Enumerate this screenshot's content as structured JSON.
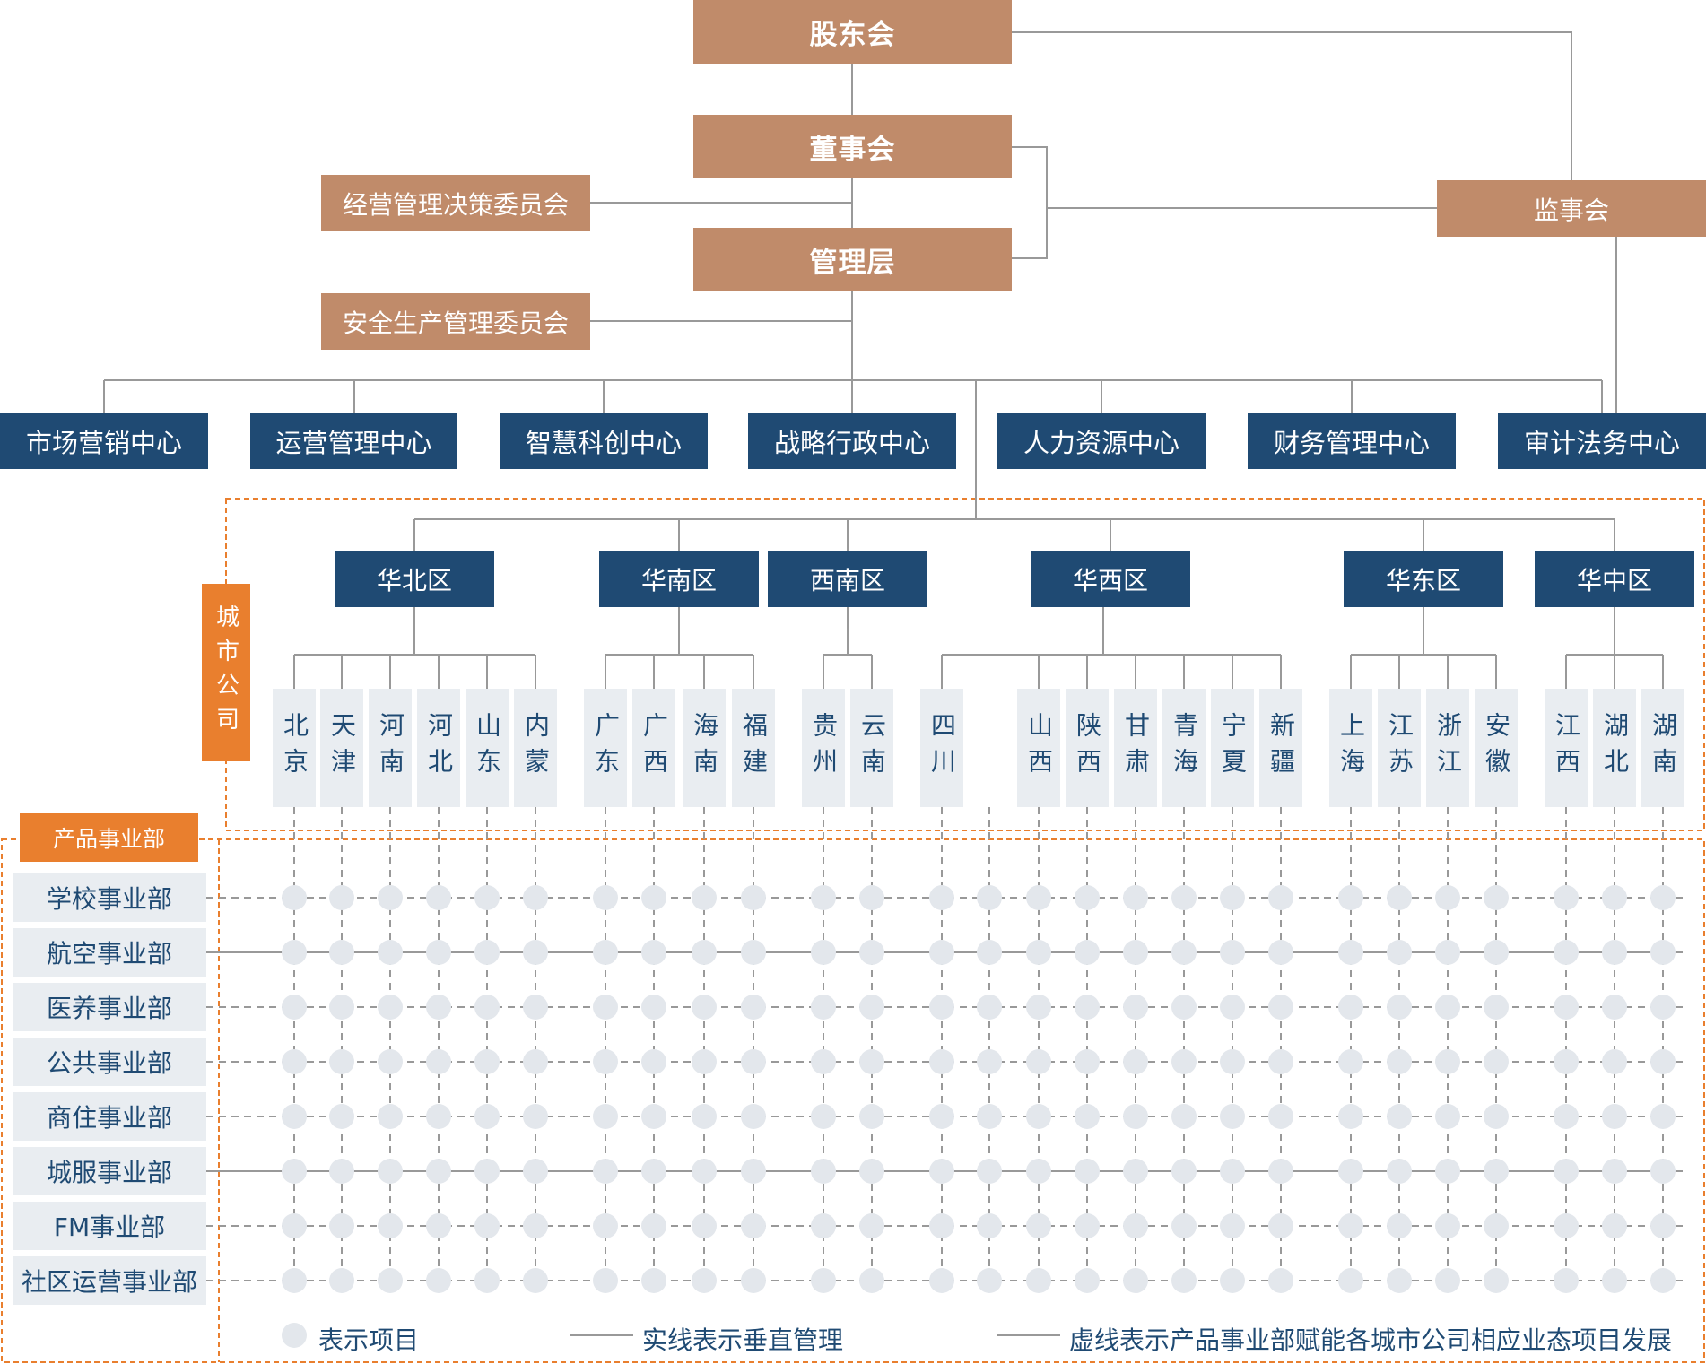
{
  "governance": {
    "shareholders": "股东会",
    "board": "董事会",
    "management": "管理层",
    "supervisory": "监事会",
    "committees": [
      "经营管理决策委员会",
      "安全生产管理委员会"
    ]
  },
  "centers": [
    "市场营销中心",
    "运营管理中心",
    "智慧科创中心",
    "战略行政中心",
    "人力资源中心",
    "财务管理中心",
    "审计法务中心"
  ],
  "city_company_label": "城市公司",
  "product_division_label": "产品事业部",
  "regions": [
    {
      "name": "华北区",
      "cities": [
        "北京",
        "天津",
        "河南",
        "河北",
        "山东",
        "内蒙"
      ]
    },
    {
      "name": "华南区",
      "cities": [
        "广东",
        "广西",
        "海南",
        "福建"
      ]
    },
    {
      "name": "西南区",
      "cities": [
        "贵州",
        "云南"
      ]
    },
    {
      "name": "华西区",
      "cities": [
        "四川",
        "山西",
        "陕西",
        "甘肃",
        "青海",
        "宁夏",
        "新疆"
      ]
    },
    {
      "name": "华东区",
      "cities": [
        "上海",
        "江苏",
        "浙江",
        "安徽"
      ]
    },
    {
      "name": "华中区",
      "cities": [
        "江西",
        "湖北",
        "湖南"
      ]
    }
  ],
  "divisions": [
    {
      "name": "学校事业部",
      "solid": false
    },
    {
      "name": "航空事业部",
      "solid": true
    },
    {
      "name": "医养事业部",
      "solid": false
    },
    {
      "name": "公共事业部",
      "solid": false
    },
    {
      "name": "商住事业部",
      "solid": false
    },
    {
      "name": "城服事业部",
      "solid": true
    },
    {
      "name": "FM事业部",
      "solid": false
    },
    {
      "name": "社区运营事业部",
      "solid": false
    }
  ],
  "legend": {
    "dot": "表示项目",
    "solid": "实线表示垂直管理",
    "dashed": "虚线表示产品事业部赋能各城市公司相应业态项目发展"
  },
  "colors": {
    "governance": "#c08b6a",
    "department": "#1f4a73",
    "label_tag": "#e97f2e",
    "light_box": "#e9edf1",
    "line": "#999999",
    "dot": "#e3e7ec"
  }
}
